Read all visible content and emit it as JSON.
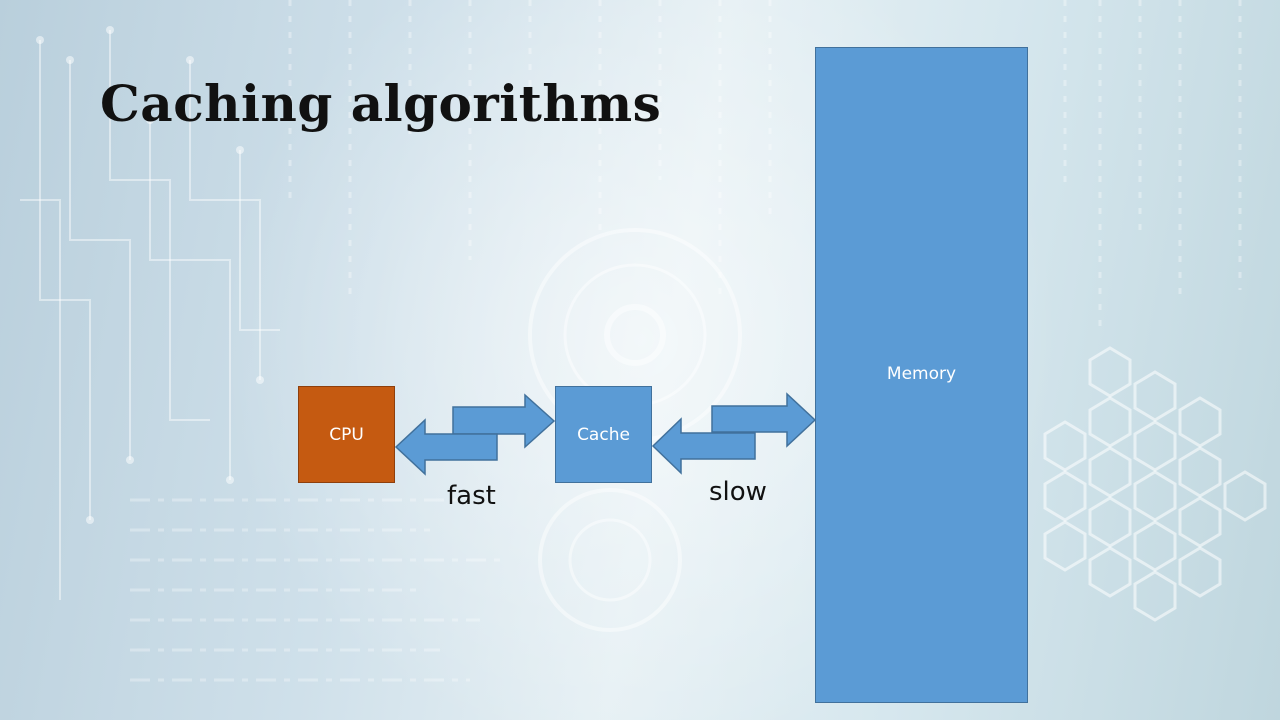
{
  "slide": {
    "title": "Caching algorithms"
  },
  "diagram": {
    "cpu_label": "CPU",
    "cache_label": "Cache",
    "memory_label": "Memory",
    "fast_label": "fast",
    "slow_label": "slow",
    "colors": {
      "cpu": "#c55a11",
      "cache": "#5b9bd5",
      "memory": "#5b9bd5",
      "arrow_fill": "#5b9bd5",
      "arrow_stroke": "#41719c"
    }
  }
}
